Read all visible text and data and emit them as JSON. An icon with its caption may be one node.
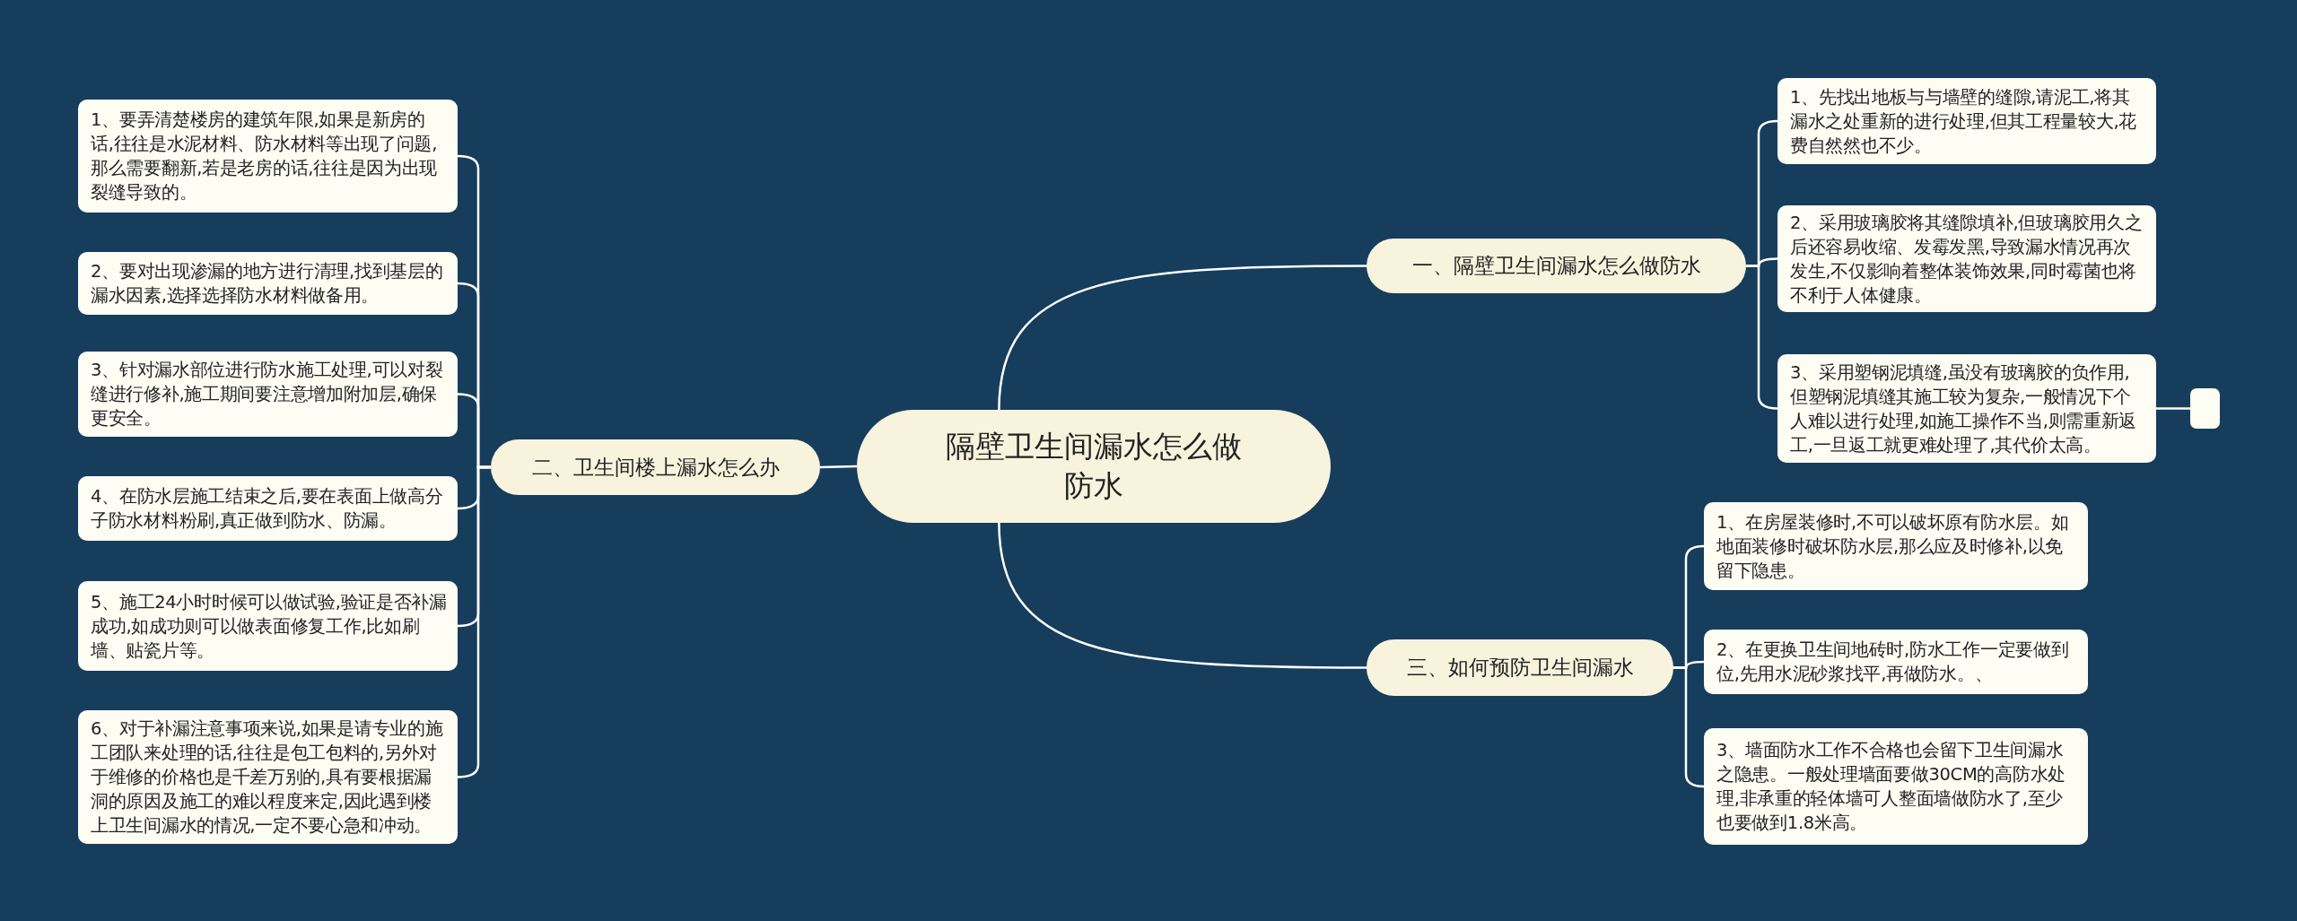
{
  "diagram": {
    "nodes": [
      {
        "text": [
          "隔壁卫生间漏水怎么做防水"
        ]
      },
      {
        "text": [
          "一、隔壁卫生间漏水怎么做防水"
        ]
      },
      {
        "text": [
          "1、先找出地板与与墙壁的缝隙,请泥工,将其漏水之处重新的进行处理,但其工程量较大,花费自然然也不少。"
        ]
      },
      {
        "text": [
          "2、采用玻璃胶将其缝隙填补,但玻璃胶用久之后还容易收缩、发霉发黑,导致漏水情况再次发生,不仅影响着整体装饰效果,同时霉菌也将不利于人体健康。"
        ]
      },
      {
        "text": [
          "3、采用塑钢泥填缝,虽没有玻璃胶的负作用,但塑钢泥填缝其施工较为复杂,一般情况下个人难以进行处理,如施工操作不当,则需重新返工,一旦返工就更难处理了,其代价太高。"
        ]
      },
      {
        "text": [],
        "shape": "box"
      },
      {
        "text": [
          "二、卫生间楼上漏水怎么办"
        ]
      },
      {
        "text": [
          "1、要弄清楚楼房的建筑年限,如果是新房的话,往往是水泥材料、防水材料等出现了问题,那么需要翻新,若是老房的话,往往是因为出现裂缝导致的。"
        ]
      },
      {
        "text": [
          "2、要对出现渗漏的地方进行清理,找到基层的漏水因素,选择选择防水材料做备用。"
        ]
      },
      {
        "text": [
          "3、针对漏水部位进行防水施工处理,可以对裂缝进行修补,施工期间要注意增加附加层,确保更安全。"
        ]
      },
      {
        "text": [
          "4、在防水层施工结束之后,要在表面上做高分子防水材料粉刷,真正做到防水、防漏。"
        ]
      },
      {
        "text": [
          "5、施工24小时时候可以做试验,验证是否补漏成功,如成功则可以做表面修复工作,比如刷墙、贴瓷片等。"
        ]
      },
      {
        "text": [
          "6、对于补漏注意事项来说,如果是请专业的施工团队来处理的话,往往是包工包料的,另外对于维修的价格也是千差万别的,具有要根据漏洞的原因及施工的难以程度来定,因此遇到楼上卫生间漏水的情况,一定不要心急和冲动。"
        ]
      },
      {
        "text": [
          "三、如何预防卫生间漏水"
        ]
      },
      {
        "text": [
          "1、在房屋装修时,不可以破坏原有防水层。如地面装修时破坏防水层,那么应及时修补,以免留下隐患。"
        ]
      },
      {
        "text": [
          "2、在更换卫生间地砖时,防水工作一定要做到位,先用水泥砂浆找平,再做防水。、"
        ]
      },
      {
        "text": [
          "3、墙面防水工作不合格也会留下卫生间漏水之隐患。一般处理墙面要做30CM的高防水处理,非承重的轻体墙可人整面墙做防水了,至少也要做到1.8米高。"
        ]
      }
    ],
    "edges": [
      {
        "from": 0,
        "to": 1,
        "arrow": "none"
      },
      {
        "from": 1,
        "to": 2,
        "arrow": "none"
      },
      {
        "from": 1,
        "to": 3,
        "arrow": "none"
      },
      {
        "from": 1,
        "to": 4,
        "arrow": "none"
      },
      {
        "from": 4,
        "to": 5,
        "arrow": "none"
      },
      {
        "from": 0,
        "to": 6,
        "arrow": "none"
      },
      {
        "from": 6,
        "to": 7,
        "arrow": "none"
      },
      {
        "from": 6,
        "to": 8,
        "arrow": "none"
      },
      {
        "from": 6,
        "to": 9,
        "arrow": "none"
      },
      {
        "from": 6,
        "to": 10,
        "arrow": "none"
      },
      {
        "from": 6,
        "to": 11,
        "arrow": "none"
      },
      {
        "from": 6,
        "to": 12,
        "arrow": "none"
      },
      {
        "from": 0,
        "to": 13,
        "arrow": "none"
      },
      {
        "from": 13,
        "to": 14,
        "arrow": "none"
      },
      {
        "from": 13,
        "to": 15,
        "arrow": "none"
      },
      {
        "from": 13,
        "to": 16,
        "arrow": "none"
      }
    ]
  }
}
